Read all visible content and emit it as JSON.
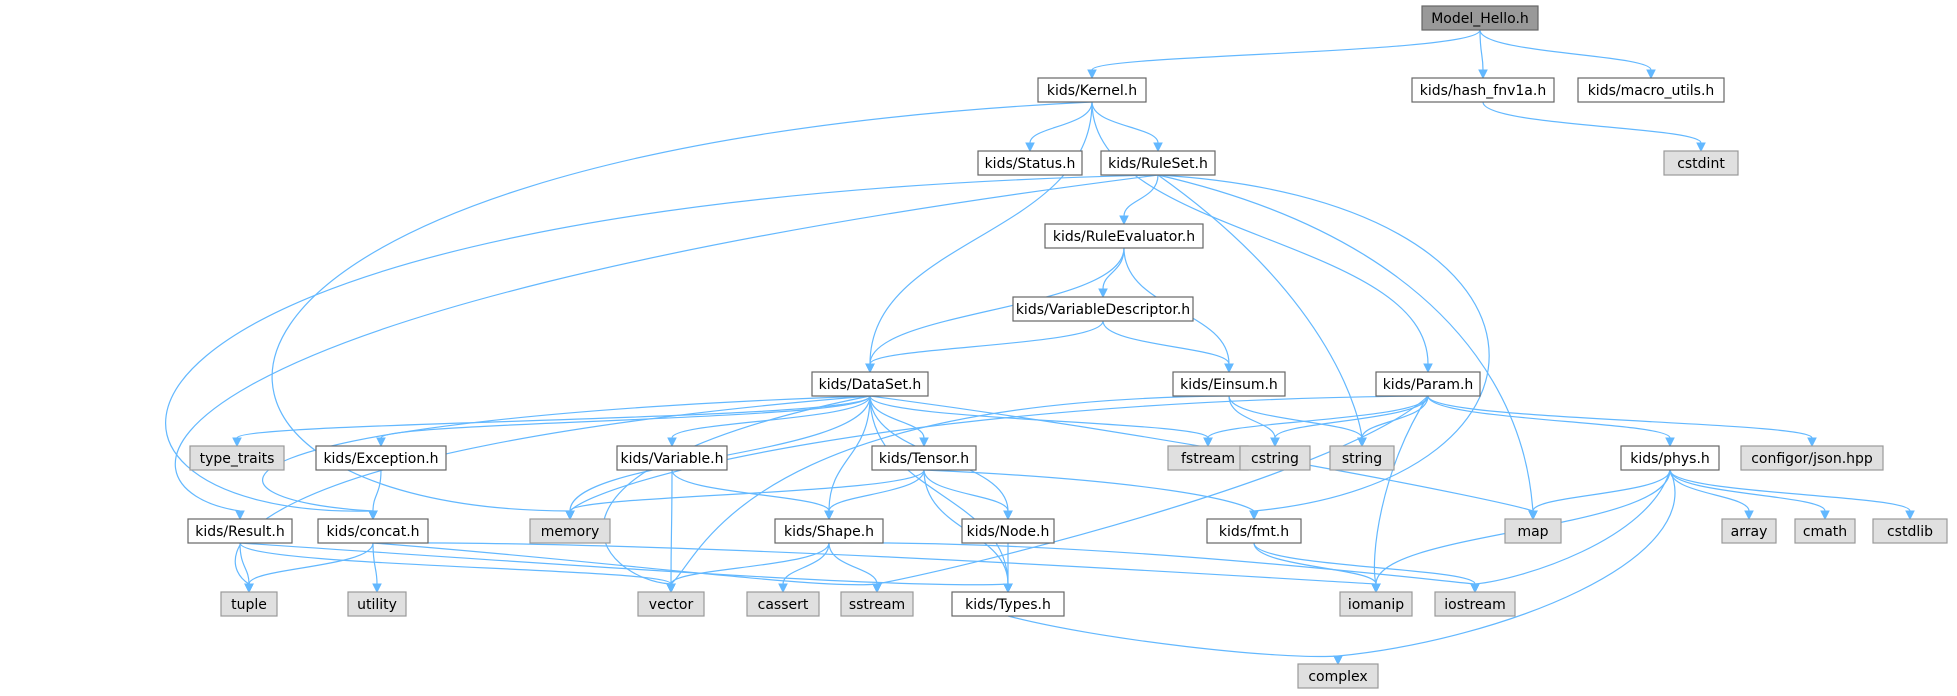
{
  "diagram": {
    "type": "include-dependency-graph",
    "colors": {
      "edge": "#63b8ff",
      "node_border": "#666666",
      "root_fill": "#999999",
      "system_fill": "#e0e0e0",
      "local_fill": "#ffffff"
    },
    "nodes": [
      {
        "id": "model_hello",
        "label": "Model_Hello.h",
        "kind": "root"
      },
      {
        "id": "kernel",
        "label": "kids/Kernel.h",
        "kind": "local"
      },
      {
        "id": "hash_fnv1a",
        "label": "kids/hash_fnv1a.h",
        "kind": "local"
      },
      {
        "id": "macro_utils",
        "label": "kids/macro_utils.h",
        "kind": "local"
      },
      {
        "id": "status",
        "label": "kids/Status.h",
        "kind": "local"
      },
      {
        "id": "ruleset",
        "label": "kids/RuleSet.h",
        "kind": "local"
      },
      {
        "id": "cstdint",
        "label": "cstdint",
        "kind": "system"
      },
      {
        "id": "ruleevaluator",
        "label": "kids/RuleEvaluator.h",
        "kind": "local"
      },
      {
        "id": "variabledescriptor",
        "label": "kids/VariableDescriptor.h",
        "kind": "local"
      },
      {
        "id": "dataset",
        "label": "kids/DataSet.h",
        "kind": "local"
      },
      {
        "id": "einsum",
        "label": "kids/Einsum.h",
        "kind": "local"
      },
      {
        "id": "param",
        "label": "kids/Param.h",
        "kind": "local"
      },
      {
        "id": "type_traits",
        "label": "type_traits",
        "kind": "system"
      },
      {
        "id": "exception",
        "label": "kids/Exception.h",
        "kind": "local"
      },
      {
        "id": "variable",
        "label": "kids/Variable.h",
        "kind": "local"
      },
      {
        "id": "tensor",
        "label": "kids/Tensor.h",
        "kind": "local"
      },
      {
        "id": "fstream",
        "label": "fstream",
        "kind": "system"
      },
      {
        "id": "cstring",
        "label": "cstring",
        "kind": "system"
      },
      {
        "id": "string",
        "label": "string",
        "kind": "system"
      },
      {
        "id": "phys",
        "label": "kids/phys.h",
        "kind": "local"
      },
      {
        "id": "configor_json",
        "label": "configor/json.hpp",
        "kind": "system"
      },
      {
        "id": "result",
        "label": "kids/Result.h",
        "kind": "local"
      },
      {
        "id": "concat",
        "label": "kids/concat.h",
        "kind": "local"
      },
      {
        "id": "memory",
        "label": "memory",
        "kind": "system"
      },
      {
        "id": "shape",
        "label": "kids/Shape.h",
        "kind": "local"
      },
      {
        "id": "node",
        "label": "kids/Node.h",
        "kind": "local"
      },
      {
        "id": "fmt",
        "label": "kids/fmt.h",
        "kind": "local"
      },
      {
        "id": "map",
        "label": "map",
        "kind": "system"
      },
      {
        "id": "array",
        "label": "array",
        "kind": "system"
      },
      {
        "id": "cmath",
        "label": "cmath",
        "kind": "system"
      },
      {
        "id": "cstdlib",
        "label": "cstdlib",
        "kind": "system"
      },
      {
        "id": "tuple",
        "label": "tuple",
        "kind": "system"
      },
      {
        "id": "utility",
        "label": "utility",
        "kind": "system"
      },
      {
        "id": "vector",
        "label": "vector",
        "kind": "system"
      },
      {
        "id": "cassert",
        "label": "cassert",
        "kind": "system"
      },
      {
        "id": "sstream",
        "label": "sstream",
        "kind": "system"
      },
      {
        "id": "types",
        "label": "kids/Types.h",
        "kind": "local"
      },
      {
        "id": "iomanip",
        "label": "iomanip",
        "kind": "system"
      },
      {
        "id": "iostream",
        "label": "iostream",
        "kind": "system"
      },
      {
        "id": "complex",
        "label": "complex",
        "kind": "system"
      }
    ],
    "edges": [
      {
        "from": "model_hello",
        "to": "kernel"
      },
      {
        "from": "model_hello",
        "to": "hash_fnv1a"
      },
      {
        "from": "model_hello",
        "to": "macro_utils"
      },
      {
        "from": "hash_fnv1a",
        "to": "cstdint"
      },
      {
        "from": "kernel",
        "to": "status"
      },
      {
        "from": "kernel",
        "to": "ruleset"
      },
      {
        "from": "kernel",
        "to": "dataset"
      },
      {
        "from": "kernel",
        "to": "param"
      },
      {
        "from": "kernel",
        "to": "memory"
      },
      {
        "from": "ruleset",
        "to": "ruleevaluator"
      },
      {
        "from": "ruleset",
        "to": "result"
      },
      {
        "from": "ruleset",
        "to": "concat"
      },
      {
        "from": "ruleset",
        "to": "string"
      },
      {
        "from": "ruleset",
        "to": "map"
      },
      {
        "from": "ruleset",
        "to": "fmt"
      },
      {
        "from": "ruleevaluator",
        "to": "variabledescriptor"
      },
      {
        "from": "ruleevaluator",
        "to": "dataset"
      },
      {
        "from": "ruleevaluator",
        "to": "einsum"
      },
      {
        "from": "variabledescriptor",
        "to": "dataset"
      },
      {
        "from": "variabledescriptor",
        "to": "einsum"
      },
      {
        "from": "einsum",
        "to": "cstring"
      },
      {
        "from": "einsum",
        "to": "string"
      },
      {
        "from": "einsum",
        "to": "vector"
      },
      {
        "from": "dataset",
        "to": "type_traits"
      },
      {
        "from": "dataset",
        "to": "exception"
      },
      {
        "from": "dataset",
        "to": "variable"
      },
      {
        "from": "dataset",
        "to": "tensor"
      },
      {
        "from": "dataset",
        "to": "fstream"
      },
      {
        "from": "dataset",
        "to": "memory"
      },
      {
        "from": "dataset",
        "to": "shape"
      },
      {
        "from": "dataset",
        "to": "node"
      },
      {
        "from": "dataset",
        "to": "map"
      },
      {
        "from": "dataset",
        "to": "concat"
      },
      {
        "from": "dataset",
        "to": "tuple"
      },
      {
        "from": "dataset",
        "to": "vector"
      },
      {
        "from": "dataset",
        "to": "types"
      },
      {
        "from": "exception",
        "to": "concat"
      },
      {
        "from": "variable",
        "to": "shape"
      },
      {
        "from": "variable",
        "to": "vector"
      },
      {
        "from": "tensor",
        "to": "memory"
      },
      {
        "from": "tensor",
        "to": "shape"
      },
      {
        "from": "tensor",
        "to": "node"
      },
      {
        "from": "tensor",
        "to": "fmt"
      },
      {
        "from": "tensor",
        "to": "types"
      },
      {
        "from": "param",
        "to": "fstream"
      },
      {
        "from": "param",
        "to": "cstring"
      },
      {
        "from": "param",
        "to": "string"
      },
      {
        "from": "param",
        "to": "phys"
      },
      {
        "from": "param",
        "to": "configor_json"
      },
      {
        "from": "param",
        "to": "memory"
      },
      {
        "from": "param",
        "to": "sstream"
      },
      {
        "from": "param",
        "to": "iomanip"
      },
      {
        "from": "phys",
        "to": "map"
      },
      {
        "from": "phys",
        "to": "array"
      },
      {
        "from": "phys",
        "to": "cmath"
      },
      {
        "from": "phys",
        "to": "cstdlib"
      },
      {
        "from": "phys",
        "to": "iomanip"
      },
      {
        "from": "phys",
        "to": "iostream"
      },
      {
        "from": "phys",
        "to": "complex"
      },
      {
        "from": "result",
        "to": "tuple"
      },
      {
        "from": "result",
        "to": "vector"
      },
      {
        "from": "result",
        "to": "types"
      },
      {
        "from": "concat",
        "to": "tuple"
      },
      {
        "from": "concat",
        "to": "utility"
      },
      {
        "from": "concat",
        "to": "sstream"
      },
      {
        "from": "concat",
        "to": "iomanip"
      },
      {
        "from": "shape",
        "to": "vector"
      },
      {
        "from": "shape",
        "to": "cassert"
      },
      {
        "from": "shape",
        "to": "sstream"
      },
      {
        "from": "shape",
        "to": "iostream"
      },
      {
        "from": "node",
        "to": "types"
      },
      {
        "from": "fmt",
        "to": "iomanip"
      },
      {
        "from": "fmt",
        "to": "iostream"
      },
      {
        "from": "types",
        "to": "complex"
      }
    ]
  }
}
